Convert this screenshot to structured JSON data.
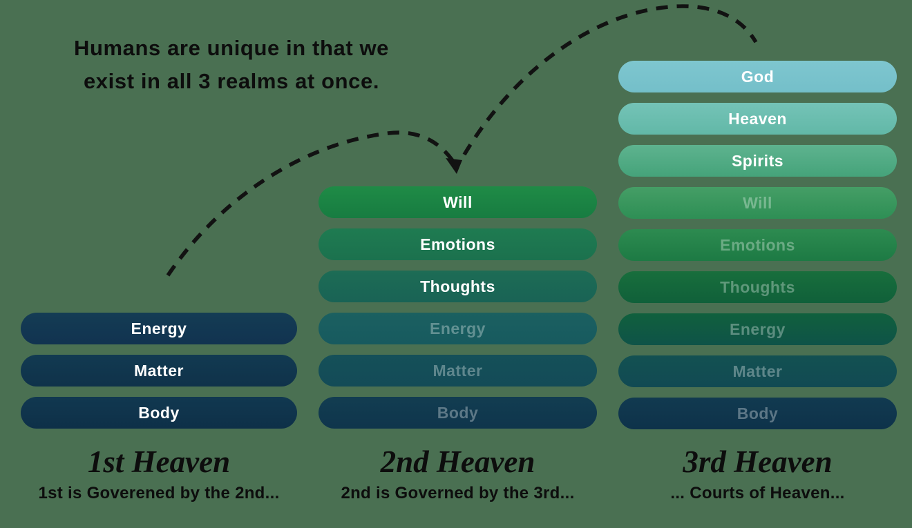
{
  "palette": {
    "background": "#4a7052",
    "arrow": "#121212",
    "text_dark": "#0d0d0d",
    "pill_text_active": "#ffffff",
    "pill_text_faded": "rgba(255,255,255,0.32)"
  },
  "headline": {
    "line1": "Humans are unique in that we",
    "line2": "exist in all 3 realms at once."
  },
  "columns": [
    {
      "title": "1st Heaven",
      "subtitle": "1st is Goverened by the 2nd...",
      "pills": [
        {
          "label": "Energy",
          "faded": false,
          "grad": [
            "#143c54",
            "#113350"
          ]
        },
        {
          "label": "Matter",
          "faded": false,
          "grad": [
            "#123a51",
            "#0f324a"
          ]
        },
        {
          "label": "Body",
          "faded": false,
          "grad": [
            "#113850",
            "#0e3048"
          ]
        }
      ]
    },
    {
      "title": "2nd Heaven",
      "subtitle": "2nd is Governed by the 3rd...",
      "pills": [
        {
          "label": "Will",
          "faded": false,
          "grad": [
            "#1f8b46",
            "#177c41"
          ]
        },
        {
          "label": "Emotions",
          "faded": false,
          "grad": [
            "#1f7b51",
            "#1b714e"
          ]
        },
        {
          "label": "Thoughts",
          "faded": false,
          "grad": [
            "#1d6c55",
            "#196355"
          ]
        },
        {
          "label": "Energy",
          "faded": true,
          "grad": [
            "#1b6060",
            "#175a5f"
          ]
        },
        {
          "label": "Matter",
          "faded": true,
          "grad": [
            "#155059",
            "#134b57"
          ]
        },
        {
          "label": "Body",
          "faded": true,
          "grad": [
            "#123d51",
            "#0f354c"
          ]
        }
      ]
    },
    {
      "title": "3rd Heaven",
      "subtitle": "... Courts of Heaven...",
      "pills": [
        {
          "label": "God",
          "faded": false,
          "grad": [
            "#7ec6cf",
            "#74bfc9"
          ]
        },
        {
          "label": "Heaven",
          "faded": false,
          "grad": [
            "#74c3b7",
            "#62b8a7"
          ]
        },
        {
          "label": "Spirits",
          "faded": false,
          "grad": [
            "#5eb38f",
            "#45a37a"
          ]
        },
        {
          "label": "Will",
          "faded": true,
          "grad": [
            "#459e66",
            "#2e8f55"
          ]
        },
        {
          "label": "Emotions",
          "faded": true,
          "grad": [
            "#2d8b50",
            "#1d7a44"
          ]
        },
        {
          "label": "Thoughts",
          "faded": true,
          "grad": [
            "#186e3c",
            "#10603a"
          ]
        },
        {
          "label": "Energy",
          "faded": true,
          "grad": [
            "#10603d",
            "#0f5348"
          ]
        },
        {
          "label": "Matter",
          "faded": true,
          "grad": [
            "#135152",
            "#114a53"
          ]
        },
        {
          "label": "Body",
          "faded": true,
          "grad": [
            "#113a50",
            "#0e324a"
          ]
        }
      ]
    }
  ]
}
